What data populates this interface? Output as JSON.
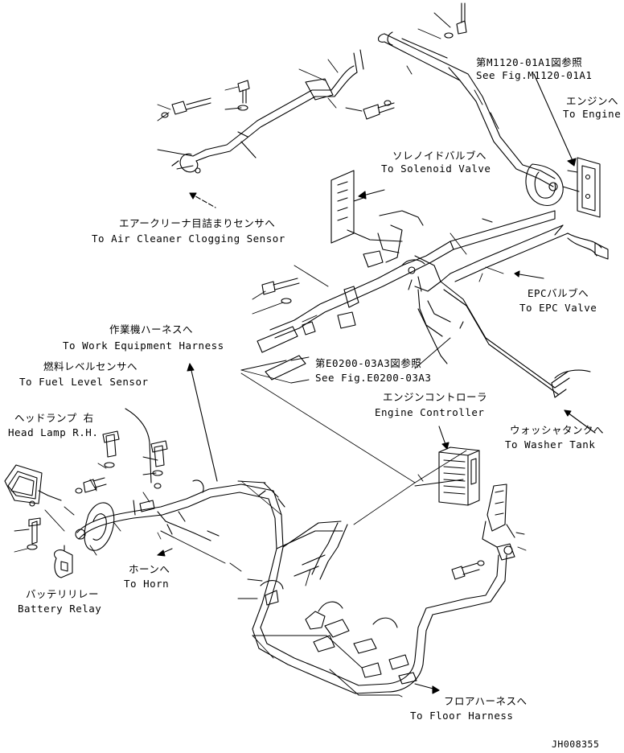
{
  "labels": {
    "fig_m1120_jp": "第M1120-01A1図参照",
    "fig_m1120_en": "See Fig.M1120-01A1",
    "engine_jp": "エンジンへ",
    "engine_en": "To Engine",
    "solenoid_jp": "ソレノイドバルブへ",
    "solenoid_en": "To Solenoid Valve",
    "air_cleaner_jp": "エアークリーナ目詰まりセンサへ",
    "air_cleaner_en": "To Air Cleaner Clogging Sensor",
    "epc_jp": "EPCバルブへ",
    "epc_en": "To EPC Valve",
    "work_eq_jp": "作業機ハーネスへ",
    "work_eq_en": "To Work Equipment Harness",
    "fuel_level_jp": "燃料レベルセンサへ",
    "fuel_level_en": "To Fuel Level Sensor",
    "fig_e0200_jp": "第E0200-03A3図参照",
    "fig_e0200_en": "See Fig.E0200-03A3",
    "engine_ctrl_jp": "エンジンコントローラ",
    "engine_ctrl_en": "Engine Controller",
    "washer_jp": "ウォッシャタンクへ",
    "washer_en": "To Washer Tank",
    "headlamp_jp": "ヘッドランプ 右",
    "headlamp_en": "Head Lamp R.H.",
    "horn_jp": "ホーンへ",
    "horn_en": "To Horn",
    "battery_jp": "バッテリリレー",
    "battery_en": "Battery Relay",
    "floor_jp": "フロアハーネスへ",
    "floor_en": "To Floor Harness",
    "drawing_no": "JH008355"
  }
}
